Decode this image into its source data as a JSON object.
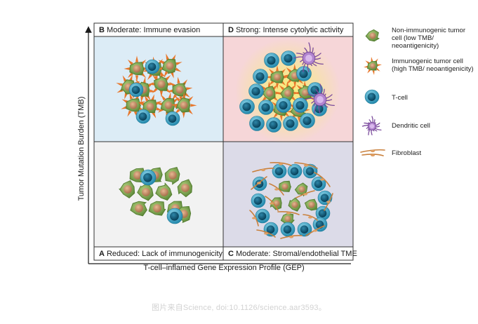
{
  "quadrants": {
    "B": {
      "letter": "B",
      "text": "Moderate: Immune evasion"
    },
    "D": {
      "letter": "D",
      "text": "Strong: Intense cytolytic activity"
    },
    "A": {
      "letter": "A",
      "text": "Reduced: Lack of immunogenicity"
    },
    "C": {
      "letter": "C",
      "text": "Moderate: Stromal/endothelial TME"
    }
  },
  "axes": {
    "x_label": "T-cell–inflamed Gene Expression Profile (GEP)",
    "y_label": "Tumor Mutation Burden (TMB)"
  },
  "legend": [
    {
      "icon": "non-immunogenic-tumor-cell-icon",
      "text": "Non-immunogenic tumor cell (low TMB/ neoantigenicity)"
    },
    {
      "icon": "immunogenic-tumor-cell-icon",
      "text": "Immunogenic tumor cell (high TMB/ neoantigenicity)"
    },
    {
      "icon": "t-cell-icon",
      "text": "T-cell"
    },
    {
      "icon": "dendritic-cell-icon",
      "text": "Dendritic cell"
    },
    {
      "icon": "fibroblast-icon",
      "text": "Fibroblast"
    }
  ],
  "credit": "图片来自Science, doi:10.1126/science.aar3593。",
  "colors": {
    "quadrant_B_bg": "#dcecf6",
    "quadrant_D_bg": "#f6d6d8",
    "quadrant_A_bg": "#f2f2f2",
    "quadrant_C_bg": "#dcdbe8",
    "tumor_cell": "#7ea653",
    "tumor_nucleus": "#c9906a",
    "t_cell": "#3da6c4",
    "t_cell_nucleus": "#0d5b7a",
    "spike": "#e8762a",
    "dendritic": "#8a5aa8",
    "fibroblast": "#c9803c"
  }
}
